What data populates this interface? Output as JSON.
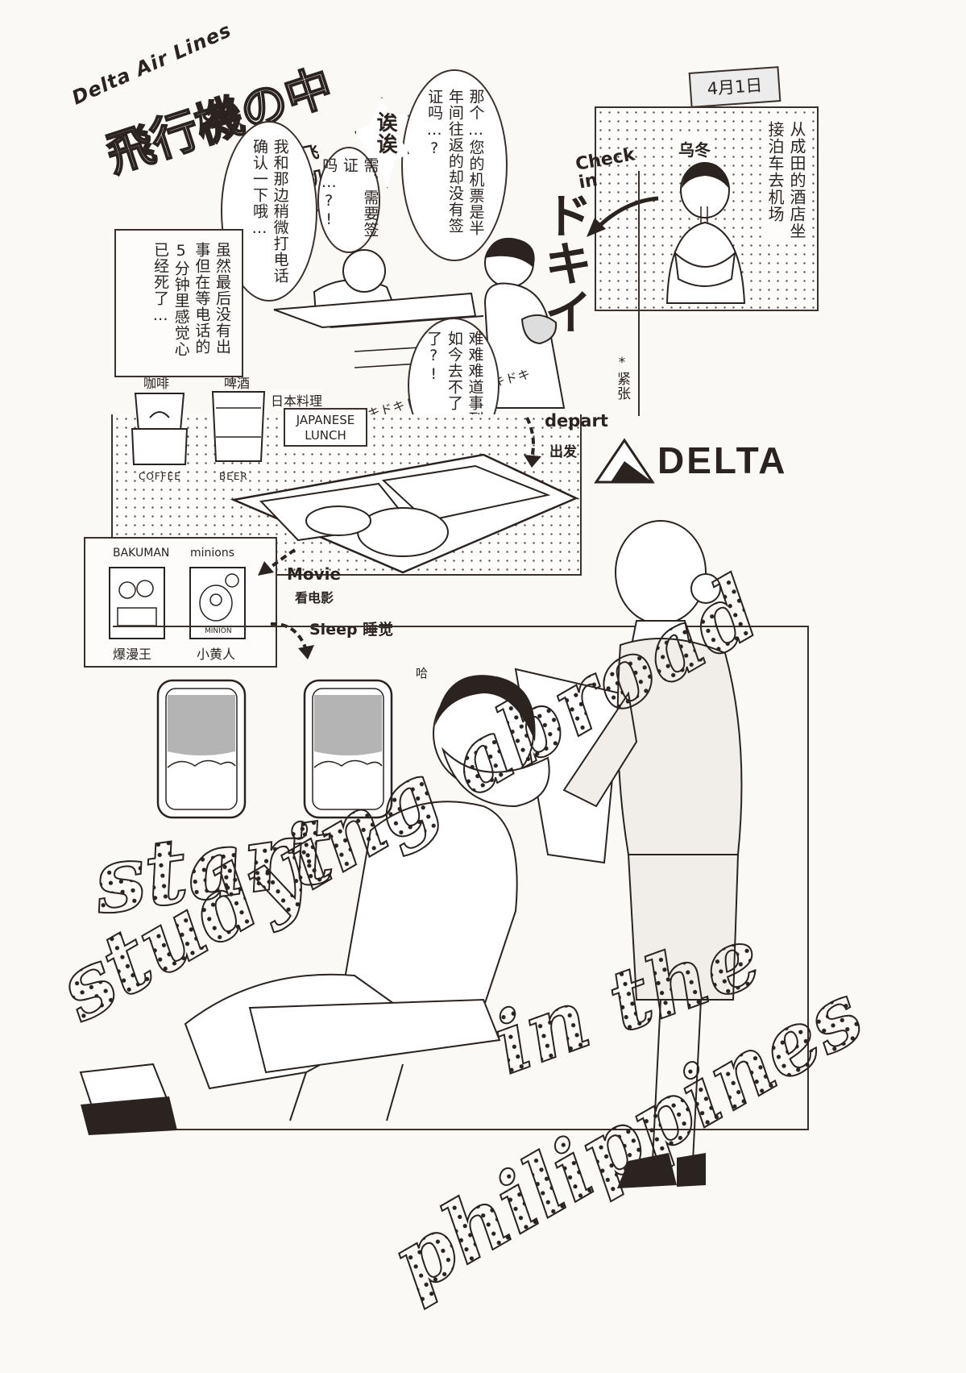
{
  "header": {
    "brand_script": "Delta Air Lines",
    "title_jp": "飛行機の中",
    "subtitle_cn": "飞机上"
  },
  "date_tag": "4月1日",
  "panel_hotel": {
    "caption": "从成田的酒店坐接泊车去机场",
    "label_udon": "乌冬",
    "label_checkin": "Check in"
  },
  "panel_checkin": {
    "exclaim": "诶诶",
    "bubble_agent": "那个…您的机票是半年间往返的却没有签证吗…?",
    "bubble_me_visa": "需、需要签证吗…?!",
    "bubble_agent_call": "我和那边稍微打电话确认一下哦…",
    "doki_big": "ドキイ",
    "doki_small": "ドキドキドキドキドキドキドキドキ",
    "nervous_note": "*紧张",
    "bubble_worry": "难难难道事到如今去不了了?!"
  },
  "panel_note": {
    "caption": "虽然最后没有出事但在等电话的5分钟里感觉心已经死了…"
  },
  "panel_meal": {
    "label_coffee_cn": "咖啡",
    "label_beer_cn": "啤酒",
    "label_coffee_en": "COFFEE",
    "label_beer_en": "BEER",
    "label_japanese_food": "日本料理",
    "sign_lunch": "JAPANESE LUNCH",
    "depart_en": "depart",
    "depart_cn": "出发",
    "delta_logo_text": "DELTA"
  },
  "panel_movie": {
    "movie_left_en": "BAKUMAN",
    "movie_left_cn": "爆漫王",
    "movie_right_en": "minions",
    "movie_right_cn": "小黄人",
    "poster_right_caption": "MINION",
    "label_movie_en": "Movie",
    "label_movie_cn": "看电影",
    "label_sleep": "Sleep 睡觉"
  },
  "panel_sleep": {
    "sfx_ha": "哈",
    "title_line1": "start",
    "title_line2": "studying abroad",
    "title_line3": "in the",
    "title_line4": "philippines"
  }
}
